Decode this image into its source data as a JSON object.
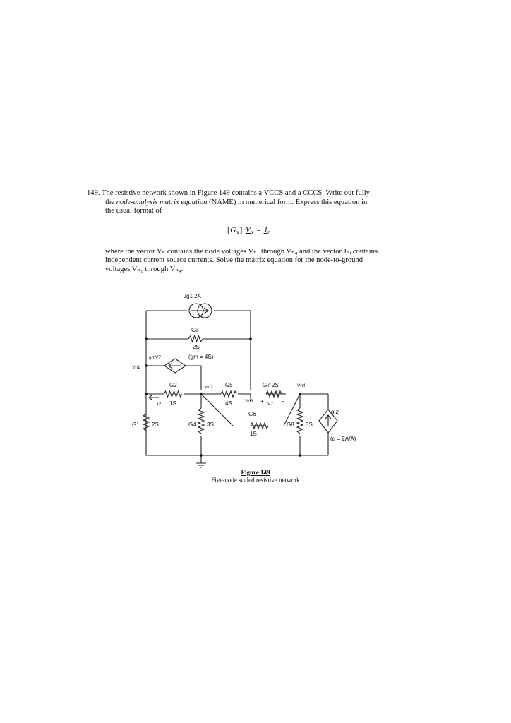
{
  "problem": {
    "number": "149",
    "line1_rest": ". The resistive network shown in Figure 149 contains a VCCS and a CCCS.  Write out fully",
    "line2_pre": "the ",
    "line2_italic": "node-analysis matrix equation",
    "line2_post": " (NAME) in numerical form.  Express this equation in",
    "line3": "the usual format of",
    "equation": {
      "lhs": "G",
      "lhs_sub": "x",
      "dot": "·",
      "v": "V",
      "v_sub": "x",
      "eq": "=",
      "j": "J",
      "j_sub": "n"
    },
    "line4": "where the vector Vₙ contains the node voltages Vₙ₁ through Vₙ₄ and the vector Jₙᵢ contains",
    "line5": "independent current source currents.  Solve the matrix equation for the node-to-ground",
    "line6": "voltages Vₙ₁ through Vₙ₄."
  },
  "figure": {
    "labels": {
      "jg1": "Jg1  2A",
      "g3": "G3",
      "g3_val": "2S",
      "gmv7": "gmV7",
      "gm": "(gm = 4S)",
      "vn1": "Vn1",
      "g2": "G2",
      "i2": "i2",
      "g2_val": "1S",
      "vn2": "Vn2",
      "g5": "G5",
      "g5_val": "4S",
      "vn3": "Vn3",
      "plus": "+",
      "v7": "V7",
      "minus": "−",
      "g7": "G7  2S",
      "vn4": "Vn4",
      "g6": "G6",
      "g6_val": "1S",
      "g1": "G1",
      "g1_val": "2S",
      "g4": "G4",
      "g4_val": "3S",
      "g8": "G8",
      "g8_val": "3S",
      "alpha_i2": "αi2",
      "alpha": "(α = 2A/A)"
    },
    "caption_title": "Figure 149",
    "caption_sub": "Five-node scaled resistive network"
  }
}
